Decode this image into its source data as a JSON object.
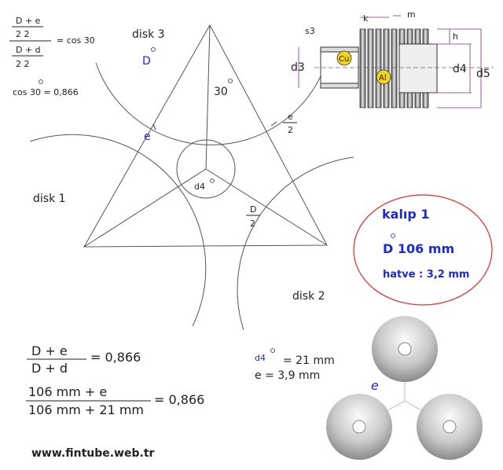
{
  "top_formula": {
    "num_left": "D + e",
    "num_left_den": "2     2",
    "den_left": "D + d",
    "den_left_den": "2     2",
    "rhs": "= cos 30",
    "cos_value": "cos 30 = 0,866"
  },
  "triangle": {
    "disk1": "disk 1",
    "disk2": "disk 2",
    "disk3": "disk 3",
    "D": "D",
    "angle": "30",
    "e": "e",
    "e_frac_num": "e",
    "e_frac_den": "2",
    "d4": "d4",
    "D_frac_num": "D",
    "D_frac_den": "2"
  },
  "fin_drawing": {
    "labels": {
      "s3": "s3",
      "k": "k",
      "m": "m",
      "h": "h",
      "d3": "d3",
      "d4": "d4",
      "d5": "d5",
      "cu": "Cu",
      "al": "Al"
    }
  },
  "die_box": {
    "title": "kalıp 1",
    "diameter": "D 106 mm",
    "pitch": "hatve : 3,2 mm",
    "border_color": "#e0282a",
    "text_color": "#1b2bd0"
  },
  "values": {
    "d4_label": "d4",
    "d4_value": "= 21 mm",
    "e_value": "e = 3,9 mm"
  },
  "equations": {
    "eq1_num": "D   +   e",
    "eq1_den": "D   +   d",
    "eq1_rhs": "= 0,866",
    "eq2_num": "106 mm + e",
    "eq2_den": "106 mm + 21 mm",
    "eq2_rhs": "= 0,866"
  },
  "disks_illustration": {
    "e": "e"
  },
  "footer": {
    "url": "www.fintube.web.tr"
  }
}
